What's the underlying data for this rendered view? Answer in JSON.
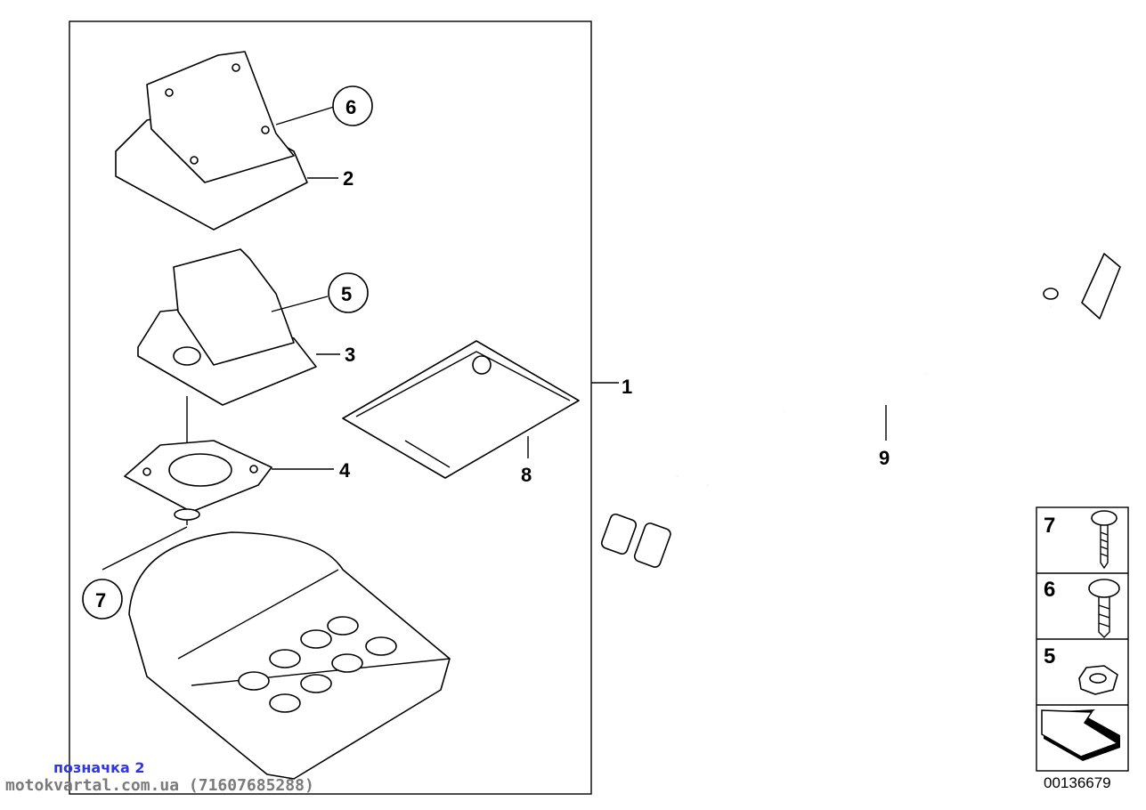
{
  "diagram": {
    "callouts": [
      "1",
      "2",
      "3",
      "4",
      "5",
      "6",
      "7",
      "8",
      "9"
    ],
    "circled": {
      "six": "6",
      "five": "5",
      "seven": "7"
    },
    "legend": [
      {
        "number": "7",
        "icon": "screw-icon"
      },
      {
        "number": "6",
        "icon": "screw-icon"
      },
      {
        "number": "5",
        "icon": "hex-nut-icon"
      },
      {
        "number": "",
        "icon": "arrow-icon"
      }
    ],
    "diagram_code": "00136679"
  },
  "watermark": {
    "label": "позначка 2",
    "site": "motokvartal.com.ua (71607685288)"
  }
}
